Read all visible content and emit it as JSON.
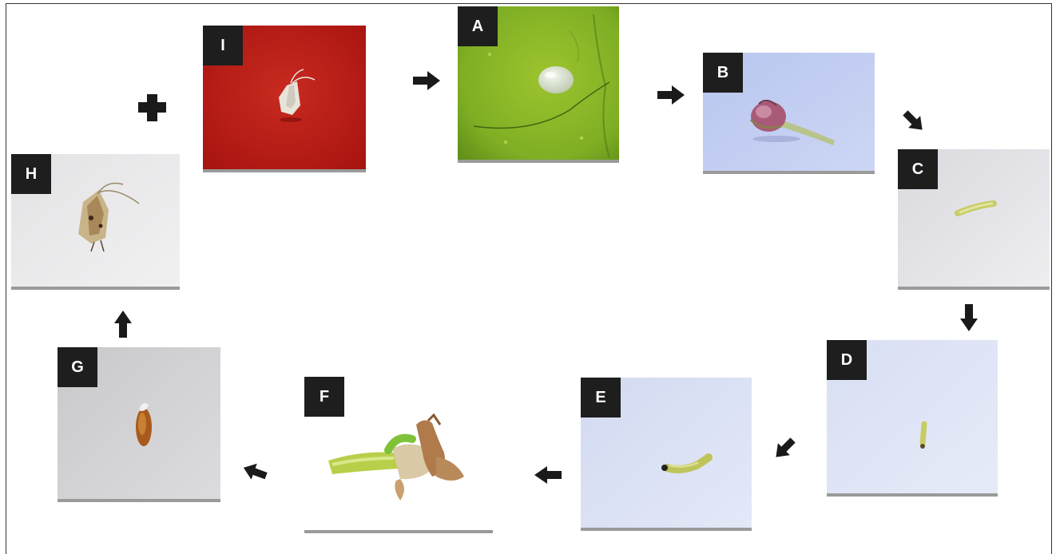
{
  "panels": {
    "A": {
      "label": "A",
      "subject": "egg-on-leaf"
    },
    "B": {
      "label": "B",
      "subject": "flower-bud"
    },
    "C": {
      "label": "C",
      "subject": "larva"
    },
    "D": {
      "label": "D",
      "subject": "larva"
    },
    "E": {
      "label": "E",
      "subject": "larva"
    },
    "F": {
      "label": "F",
      "subject": "larva-in-bud"
    },
    "G": {
      "label": "G",
      "subject": "pupa"
    },
    "H": {
      "label": "H",
      "subject": "moth"
    },
    "I": {
      "label": "I",
      "subject": "moth"
    }
  },
  "colors": {
    "label_bg": "#1e1e1e",
    "label_text": "#ffffff",
    "arrow": "#1a1a1a",
    "red_background": "#c0221a",
    "leaf_green": "#8ab52a"
  },
  "icons": [
    "plus-icon",
    "arrow-right-icon",
    "arrow-down-right-icon",
    "arrow-down-icon",
    "arrow-down-left-icon",
    "arrow-left-icon",
    "arrow-up-icon"
  ]
}
